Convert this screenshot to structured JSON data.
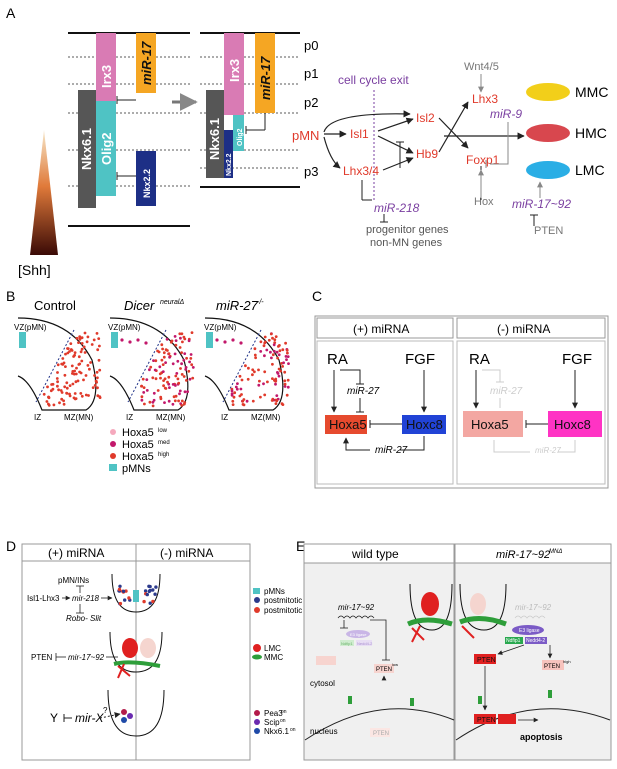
{
  "panels": {
    "A": {
      "label": "A",
      "shh": "[Shh]",
      "domains": [
        "p0",
        "p1",
        "p2",
        "pMN",
        "p3"
      ],
      "bars": {
        "nkx61": "Nkx6.1",
        "irx3": "Irx3",
        "olig2": "Olig2",
        "mir17": "miR-17",
        "nkx22": "Nkx2.2"
      },
      "network": {
        "cell_cycle_exit": "cell cycle exit",
        "pmn": "pMN",
        "isl1": "Isl1",
        "isl2": "Isl2",
        "lhx34": "Lhx3/4",
        "hb9": "Hb9",
        "mir218": "miR-218",
        "targets1": "progenitor genes",
        "targets2": "non-MN genes",
        "wnt": "Wnt4/5",
        "lhx3": "Lhx3",
        "mir9": "miR-9",
        "foxp1": "Foxp1",
        "hox": "Hox",
        "mir1792": "miR-17~92",
        "pten": "PTEN",
        "mmc": "MMC",
        "hmc": "HMC",
        "lmc": "LMC"
      },
      "colors": {
        "nkx61": "#565656",
        "irx3": "#d97bb4",
        "olig2": "#4fc3c4",
        "mir17": "#f5a623",
        "nkx22": "#1d2f86",
        "red": "#e03a2b",
        "purple": "#7a3fa0",
        "mmc": "#f2cf1a",
        "hmc": "#d8474e",
        "lmc": "#2aaee5"
      }
    },
    "B": {
      "label": "B",
      "titles": [
        "Control",
        "Dicer",
        "miR-27"
      ],
      "title_sup": [
        "",
        "neuralΔ",
        "-/-"
      ],
      "vz": "VZ(pMN)",
      "iz": "IZ",
      "mz": "MZ(MN)",
      "legend": [
        "Hoxa5",
        "Hoxa5",
        "Hoxa5",
        "pMNs"
      ],
      "legend_sup": [
        "low",
        "med",
        "high",
        ""
      ]
    },
    "C": {
      "label": "C",
      "plus": "(+) miRNA",
      "minus": "(-) miRNA",
      "ra": "RA",
      "fgf": "FGF",
      "mir27": "miR-27",
      "hoxa5": "Hoxa5",
      "hoxc8": "Hoxc8"
    },
    "D": {
      "label": "D",
      "plus": "(+) miRNA",
      "minus": "(-) miRNA",
      "pmn_ins": "pMN/INs",
      "isl_lhx": "Isl1-Lhx3",
      "mir218": "mir-218",
      "robo": "Robo- Slit",
      "pten": "PTEN",
      "mir1792": "mir-17~92",
      "y": "Y",
      "mirx": "mir-X",
      "q": "?",
      "legend1": [
        "pMNs",
        "postmitotic INs",
        "postmitotic MNs"
      ],
      "legend2": [
        "LMC",
        "MMC"
      ],
      "legend3": [
        "Pea3",
        "Scip",
        "Nkx6.1"
      ],
      "legend3_sup": [
        "on",
        "on",
        "on"
      ]
    },
    "E": {
      "label": "E",
      "wt": "wild type",
      "mut": "miR-17~92",
      "mut_sup": "MNΔ",
      "mir1792": "mir-17~92",
      "e3": "E3 ligase",
      "ndfip1": "Ndfip1",
      "nedd4": "Nedd4-2",
      "pten": "PTEN",
      "pten_low": "PTEN",
      "pten_low_sup": "low",
      "pten_high_sup": "high",
      "cytosol": "cytosol",
      "nucleus": "nucleus",
      "apoptosis": "apoptosis"
    }
  }
}
